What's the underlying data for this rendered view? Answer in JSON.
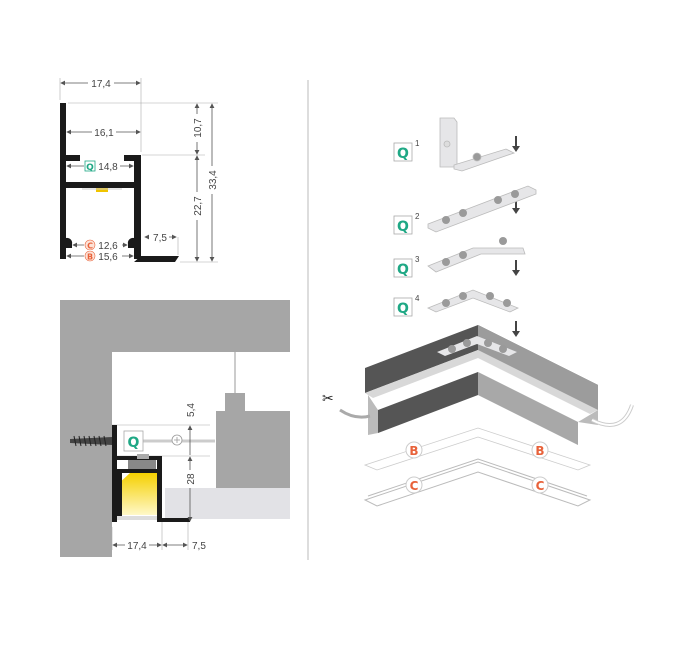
{
  "profile_section": {
    "dimensions": {
      "width_total": "17,4",
      "width_inner": "16,1",
      "width_q": "14,8",
      "height_top": "10,7",
      "height_lower": "22,7",
      "height_total": "33,4",
      "flange": "7,5",
      "width_c": "12,6",
      "width_b": "15,6"
    },
    "labels": {
      "q": "Q",
      "c": "C",
      "b": "B"
    }
  },
  "installation_section": {
    "dimensions": {
      "gap": "5,4",
      "height": "28",
      "width": "17,4",
      "flange": "7,5"
    },
    "labels": {
      "q": "Q"
    }
  },
  "assembly": {
    "steps": [
      {
        "label": "Q",
        "number": "1"
      },
      {
        "label": "Q",
        "number": "2"
      },
      {
        "label": "Q",
        "number": "3"
      },
      {
        "label": "Q",
        "number": "4"
      }
    ],
    "cover_labels": {
      "b_left": "B",
      "b_right": "B",
      "c_left": "C",
      "c_right": "C"
    }
  },
  "colors": {
    "q_accent": "#1fa885",
    "bc_accent": "#e8623a",
    "profile": "#1a1a1a",
    "wall": "#a6a6a6"
  }
}
